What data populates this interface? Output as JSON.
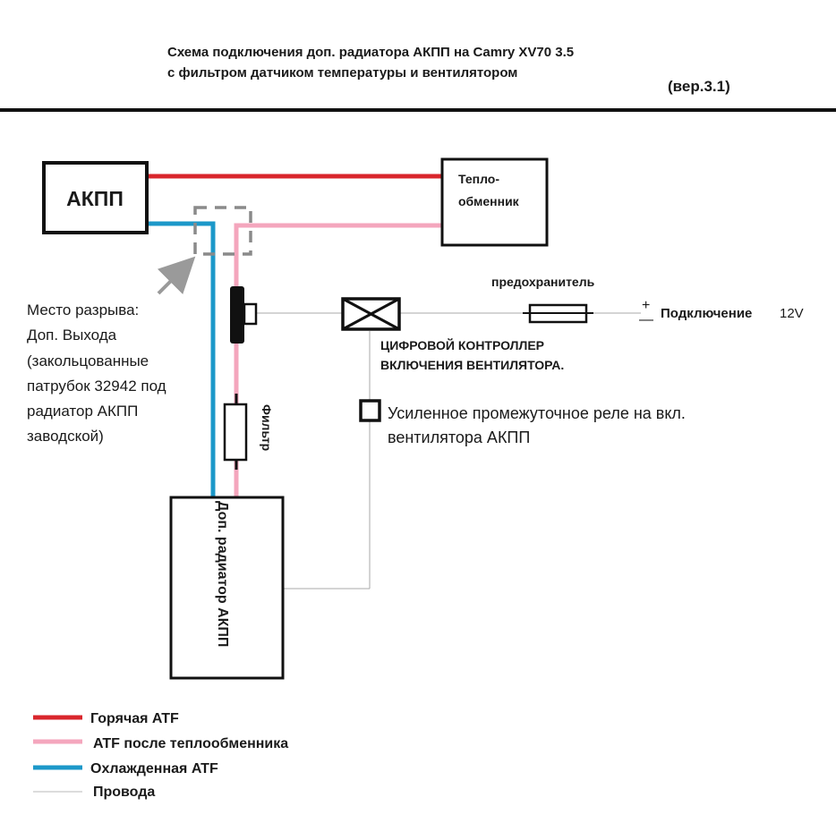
{
  "header": {
    "title_line1": "Схема подключения доп. радиатора АКПП на Camry XV70 3.5",
    "title_line2": "с фильтром датчиком температуры и вентилятором",
    "version": "(вер.3.1)"
  },
  "blocks": {
    "akpp": "АКПП",
    "heat_exchanger_line1": "Тепло-",
    "heat_exchanger_line2": "обменник",
    "filter": "Фильтр",
    "radiator": "Доп. радиатор АКПП"
  },
  "controller": {
    "line1": "ЦИФРОВОЙ КОНТРОЛЛЕР",
    "line2": "ВКЛЮЧЕНИЯ ВЕНТИЛЯТОРА."
  },
  "fuse": {
    "label": "предохранитель"
  },
  "power": {
    "plus": "+",
    "minus": "—",
    "label": "Подключение",
    "voltage": "12V"
  },
  "relay": {
    "line1": "Усиленное промежуточное реле на вкл.",
    "line2": "вентилятора АКПП"
  },
  "break_note": {
    "lines": [
      "Место разрыва:",
      "Доп. Выхода",
      "(закольцованные",
      "патрубок 32942 под",
      "радиатор АКПП",
      "заводской)"
    ]
  },
  "legend": {
    "items": [
      {
        "label": "Горячая ATF",
        "color": "#d9262c"
      },
      {
        "label": "ATF после теплообменника",
        "color": "#f4a6bd"
      },
      {
        "label": "Охлажденная ATF",
        "color": "#1c98c9"
      },
      {
        "label": "Провода",
        "color": "#b8b8b8"
      }
    ]
  }
}
